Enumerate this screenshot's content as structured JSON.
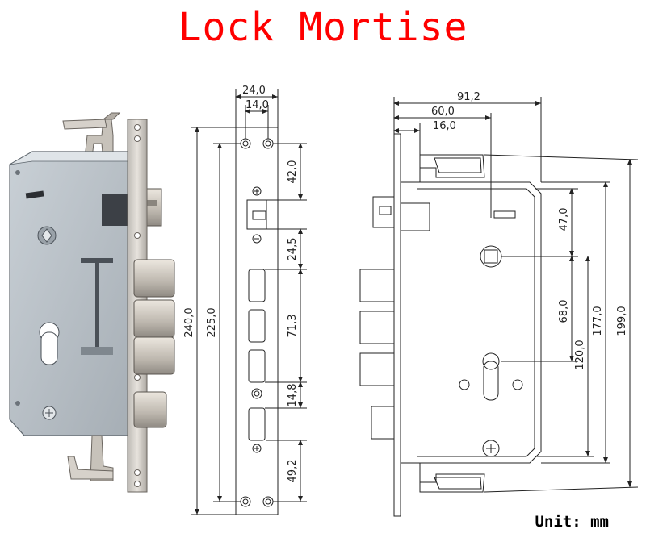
{
  "title": "Lock Mortise",
  "unit_label": "Unit: mm",
  "faceplate_dims": {
    "top_width_outer": "24,0",
    "top_width_inner": "14,0",
    "top_offset": "42,0",
    "latch_gap": "24,5",
    "bolt_span": "71,3",
    "lower_gap": "14,8",
    "bottom_offset": "49,2",
    "hole_span": "225,0",
    "total_length": "240,0"
  },
  "body_dims": {
    "depth_total": "91,2",
    "backset": "60,0",
    "front_offset": "16,0",
    "spindle_offset": "47,0",
    "center_distance": "68,0",
    "spindle_to_bottom": "120,0",
    "body_height": "177,0",
    "overall_height": "199,0"
  },
  "colors": {
    "title": "#ff0000",
    "line": "#222222",
    "metal": "#b8c0c6",
    "steel": "#cfcac3"
  }
}
